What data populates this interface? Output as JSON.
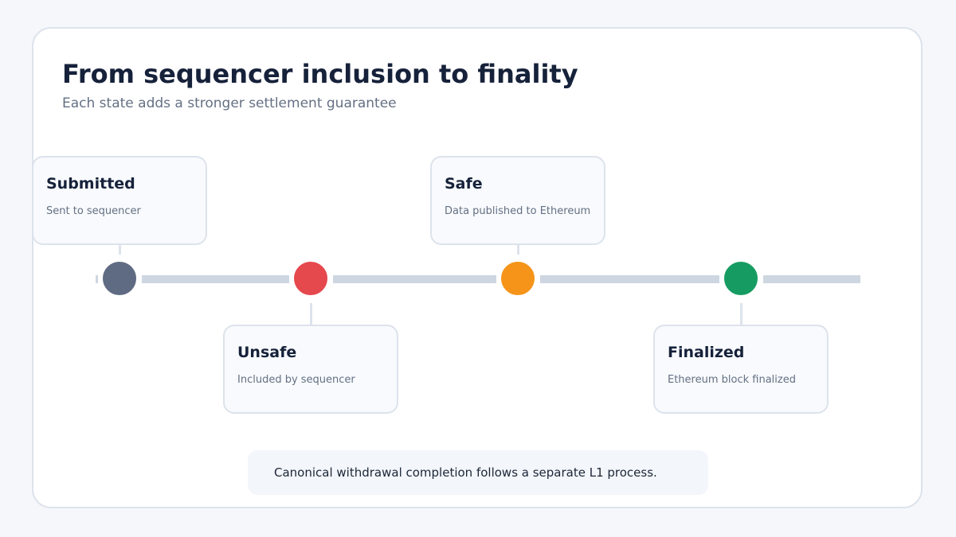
{
  "header": {
    "title": "From sequencer inclusion to finality",
    "subtitle": "Each state adds a stronger settlement guarantee"
  },
  "stages": [
    {
      "name": "Submitted",
      "description": "Sent to sequencer",
      "color": "#5f6b82",
      "position": "above"
    },
    {
      "name": "Unsafe",
      "description": "Included by sequencer",
      "color": "#e5484d",
      "position": "below"
    },
    {
      "name": "Safe",
      "description": "Data published to Ethereum",
      "color": "#f59419",
      "position": "above"
    },
    {
      "name": "Finalized",
      "description": "Ethereum block finalized",
      "color": "#169c62",
      "position": "below"
    }
  ],
  "footer": {
    "note": "Canonical withdrawal completion follows a separate L1 process."
  },
  "colors": {
    "track": "#cdd6e1",
    "connector": "#dde3ec",
    "box_border": "#dde3ec"
  }
}
